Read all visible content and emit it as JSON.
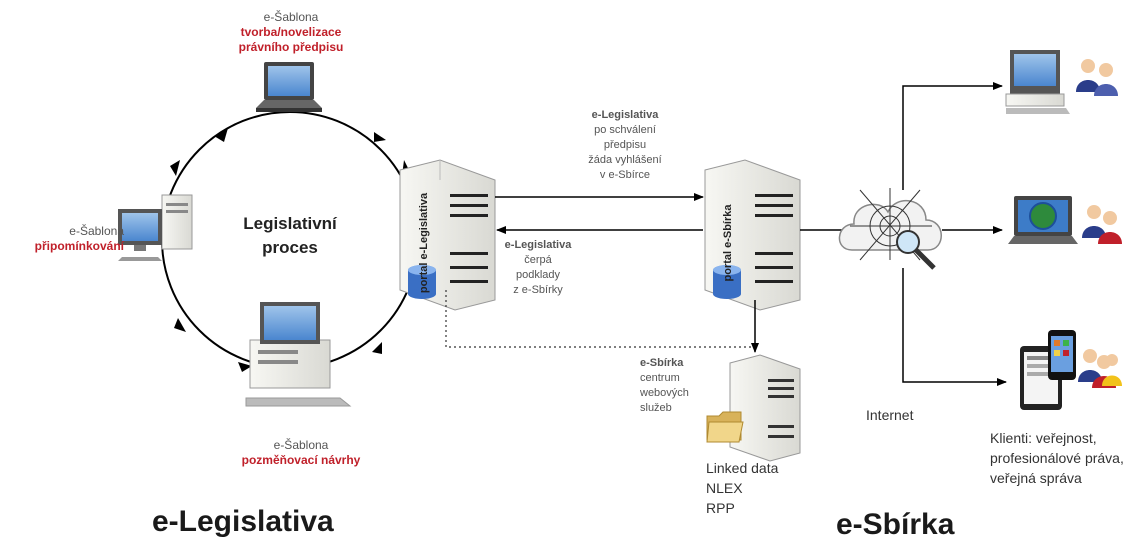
{
  "templates": {
    "top": {
      "prefix": "e-Šablona",
      "line1": "tvorba/novelizace",
      "line2": "právního předpisu"
    },
    "left": {
      "prefix": "e-Šablona",
      "line1": "připomínkování"
    },
    "bottom": {
      "prefix": "e-Šablona",
      "line1": "pozměňovací návrhy"
    }
  },
  "cycle_title": {
    "line1": "Legislativní",
    "line2": "proces"
  },
  "portal_eleg": "portal e-Legislativa",
  "portal_esb": "portal e-Sbírka",
  "arrow_right": {
    "title": "e-Legislativa",
    "l1": "po schválení",
    "l2": "předpisu",
    "l3": "žáda vyhlášení",
    "l4": "v e-Sbírce"
  },
  "arrow_left": {
    "title": "e-Legislativa",
    "l1": "čerpá",
    "l2": "podklady",
    "l3": "z e-Sbírky"
  },
  "webservices": {
    "title": "e-Sbírka",
    "l1": "centrum",
    "l2": "webových",
    "l3": "služeb"
  },
  "formats": [
    "Linked data",
    "NLEX",
    "RPP"
  ],
  "internet_label": "Internet",
  "clients": {
    "l1": "Klienti: veřejnost,",
    "l2": "profesionálové práva,",
    "l3": "veřejná správa"
  },
  "title_left": "e-Legislativa",
  "title_right": "e-Sbírka",
  "colors": {
    "accent_red": "#c0202a",
    "server_body": "#eeeeea",
    "db_blue": "#3a6fc4"
  }
}
